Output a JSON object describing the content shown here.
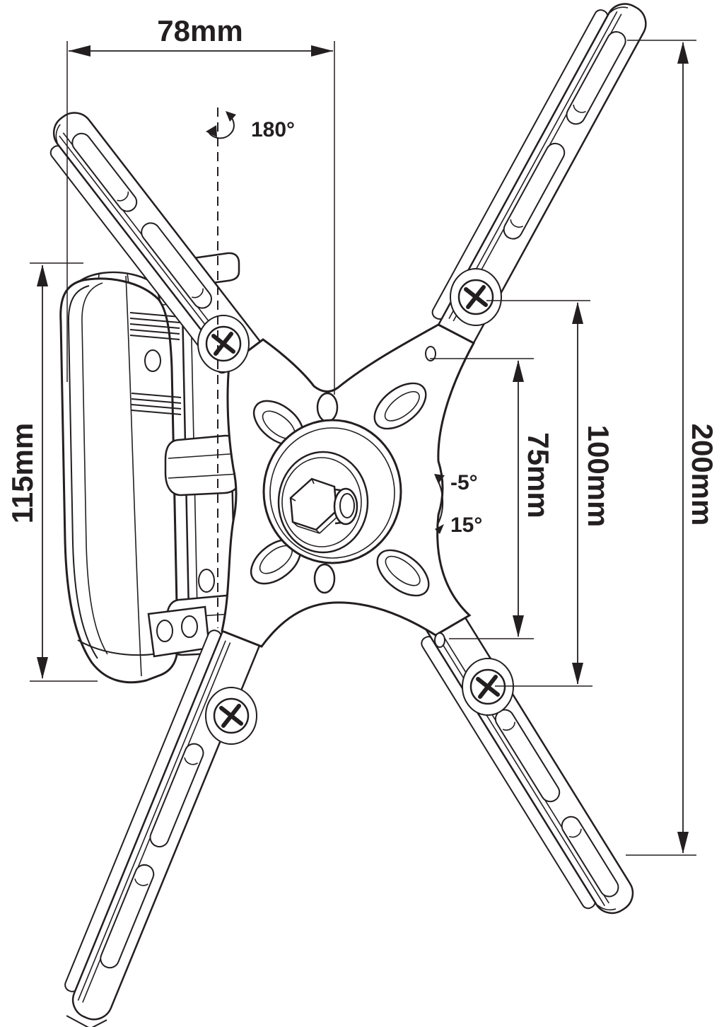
{
  "labels": {
    "width_top": "78mm",
    "swivel_angle": "180°",
    "height_left": "115mm",
    "tilt_up": "-5°",
    "tilt_down": "15°",
    "vesa_75": "75mm",
    "vesa_100": "100mm",
    "vesa_200": "200mm"
  },
  "colors": {
    "ink": "#231f20",
    "background": "#ffffff"
  }
}
